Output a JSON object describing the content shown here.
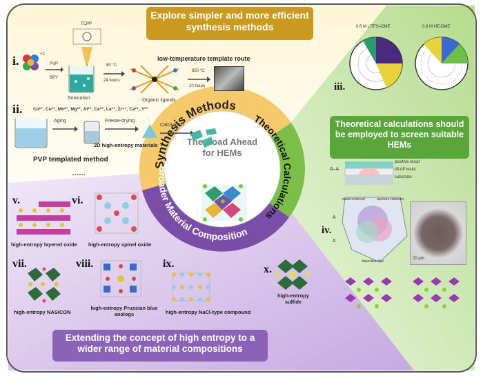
{
  "banners": {
    "top": "Explore simpler and more efficient synthesis methods",
    "right": "Theoretical calculations should be employed to screen suitable HEMs",
    "bottom": "Extending the concept of high entropy to a wider range of material compositions"
  },
  "wheel": {
    "center_title": "The Road Ahead for HEMs",
    "synthesis": "Synthesis Methods",
    "theoretical": "Theoretical Calculations",
    "composition": "Broader Material Composition"
  },
  "synthesis": {
    "i": "i.",
    "ii": "ii.",
    "tcpp": "TCPP",
    "pvp": "PVP",
    "bpy": "BPY",
    "sonication": "Sonication",
    "temp1": "80 °C",
    "time1": "24 hours",
    "ligands": "Organic ligands",
    "route": "low-temperature template route",
    "temp2": "850 °C",
    "time2": "10 hours",
    "ions": "Co²⁺, Cu²⁺, Mn²⁺, Mg²⁺, Al³⁺, Ce³⁺, La³⁺, Zr⁴⁺, Ca²⁺, Y³⁺",
    "aging": "Aging",
    "freeze": "Freeze-drying",
    "calcination": "Calcination",
    "hem2d": "2D high-entropy materials",
    "pvp_method": "PVP templated method",
    "ellipsis": "……"
  },
  "theory": {
    "iii": "iii.",
    "iv": "iv.",
    "polar1": "0.6 M LiTFSI-DME",
    "polar2": "0.6 M HE-DME",
    "positive": "positive resist",
    "liftoff": "lift-off resist",
    "substrate": "substrate",
    "aa": "A–A",
    "a1": "A",
    "a2": "A",
    "mask": "mask undercut",
    "aperture": "aperture diameter",
    "deposition": "deposition flux",
    "scale": "20 μm"
  },
  "compositions": [
    {
      "num": "v.",
      "label": "high-entropy layered oxide"
    },
    {
      "num": "vi.",
      "label": "high-entropy spinel oxide"
    },
    {
      "num": "vii.",
      "label": "high-entropy NASICON"
    },
    {
      "num": "viii.",
      "label": "high-entropy Prussian blue analogs"
    },
    {
      "num": "ix.",
      "label": "high-entropy NaCl-type compound"
    },
    {
      "num": "x.",
      "label": "high-entropy sulfide"
    }
  ],
  "colors": {
    "synthesis_ring": "#f6c96a",
    "theory_ring": "#7bbf4a",
    "composition_ring": "#7a4ea6",
    "top_banner": "#c99a1e",
    "right_banner": "#5aa63a",
    "bottom_banner": "#8a62b8"
  }
}
